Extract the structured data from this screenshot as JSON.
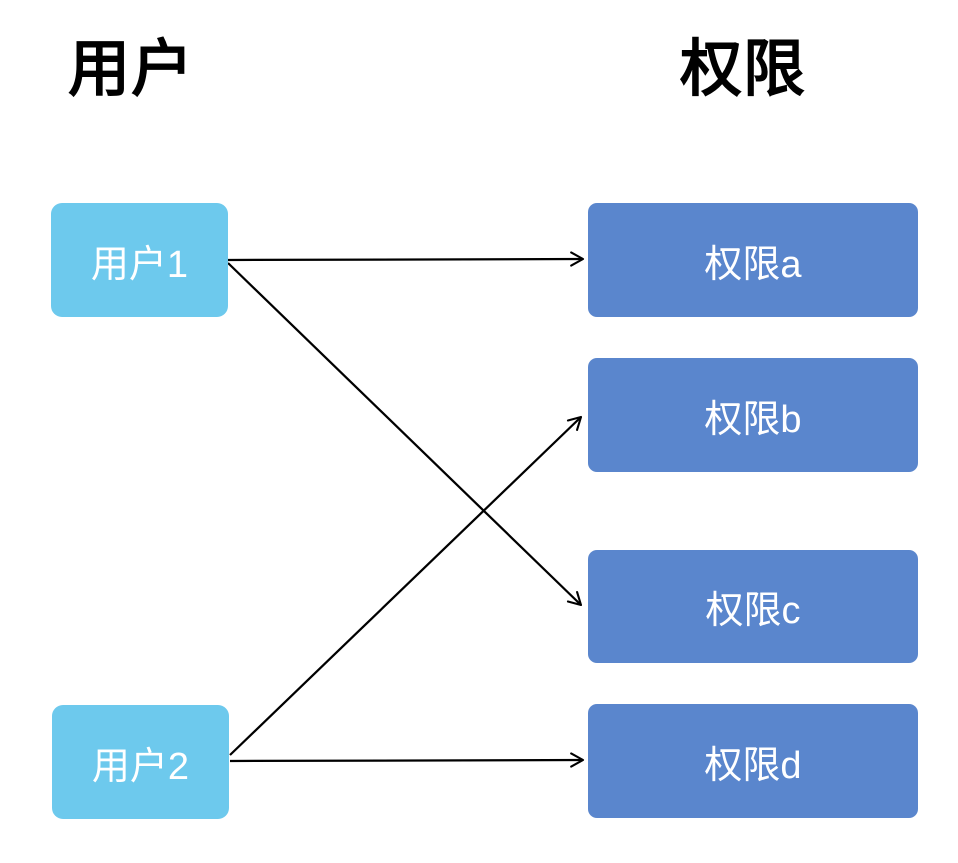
{
  "diagram": {
    "left_column": {
      "title": "用户",
      "nodes": [
        {
          "id": "user1",
          "label": "用户1"
        },
        {
          "id": "user2",
          "label": "用户2"
        }
      ]
    },
    "right_column": {
      "title": "权限",
      "nodes": [
        {
          "id": "perm-a",
          "label": "权限a"
        },
        {
          "id": "perm-b",
          "label": "权限b"
        },
        {
          "id": "perm-c",
          "label": "权限c"
        },
        {
          "id": "perm-d",
          "label": "权限d"
        }
      ]
    },
    "edges": [
      {
        "from": "用户1",
        "to": "权限a"
      },
      {
        "from": "用户1",
        "to": "权限c"
      },
      {
        "from": "用户2",
        "to": "权限b"
      },
      {
        "from": "用户2",
        "to": "权限d"
      }
    ],
    "colors": {
      "user_box": "#6DC9ED",
      "permission_box": "#5A86CD",
      "box_text": "#FFFFFF",
      "title_text": "#000000",
      "arrow": "#000000",
      "background": "#FFFFFF"
    }
  }
}
